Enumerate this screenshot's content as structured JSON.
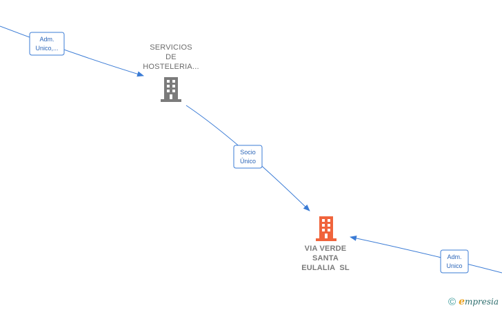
{
  "nodes": {
    "servicios": {
      "label_lines": [
        "SERVICIOS",
        "DE",
        "HOSTELERIA..."
      ],
      "icon": "building-icon",
      "color": "#7b7b7b"
    },
    "via_verde": {
      "label_lines": [
        "VIA VERDE",
        "SANTA",
        "EULALIA  SL"
      ],
      "icon": "building-icon",
      "color": "#f0643c"
    }
  },
  "edges": [
    {
      "id": "adm-unico-top",
      "label_lines": [
        "Adm.",
        "Unico,..."
      ]
    },
    {
      "id": "socio-unico",
      "label_lines": [
        "Socio",
        "Único"
      ]
    },
    {
      "id": "adm-unico-right",
      "label_lines": [
        "Adm.",
        "Unico"
      ]
    }
  ],
  "footer": {
    "copyright_symbol": "©",
    "brand_initial": "e",
    "brand_rest": "mpresia"
  },
  "colors": {
    "edge": "#3a7bd5",
    "main_node": "#f0643c",
    "secondary_node": "#7b7b7b"
  }
}
